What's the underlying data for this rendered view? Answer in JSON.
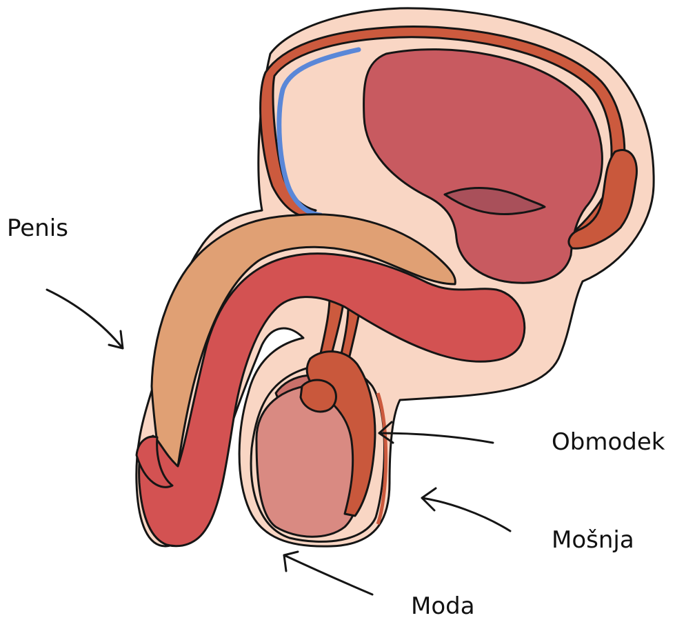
{
  "labels": {
    "penis": "Penis",
    "epididymis": "Obmodek",
    "scrotum": "Mošnja",
    "testis": "Moda"
  },
  "colors": {
    "skin": "#f9d6c4",
    "bladder": "#c85a60",
    "bladder_inner": "#a9505a",
    "corpus_cavernosum": "#e0a074",
    "corpus_spongiosum": "#d35252",
    "vas_deferens": "#cc5a3e",
    "vessel": "#5a87d8",
    "vessel_dark": "#8a3b32",
    "testis": "#d98a82",
    "testis_shadow": "#c9706a",
    "epididymis": "#c9583c",
    "rectum": "#c9583c",
    "outline": "#151515",
    "text": "#111111"
  }
}
